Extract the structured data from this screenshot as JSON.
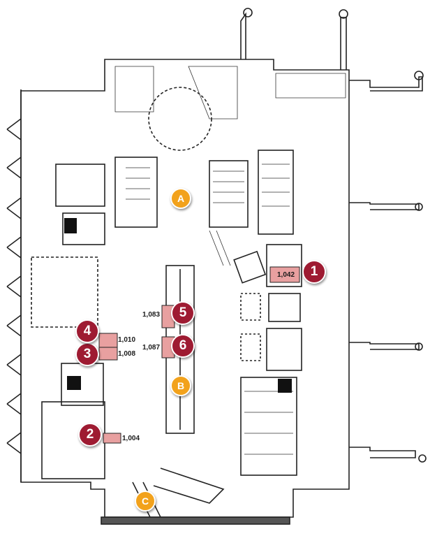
{
  "colors": {
    "wall": "#222222",
    "highlight_room": "#e8a0a0",
    "numbered_marker": "#9e1b32",
    "lettered_marker": "#f2a21c"
  },
  "numbered_markers": [
    "1",
    "2",
    "3",
    "4",
    "5",
    "6"
  ],
  "lettered_markers": [
    "A",
    "B",
    "C"
  ],
  "space_labels": [
    "1,042",
    "1,004",
    "1,008",
    "1,010",
    "1,083",
    "1,087"
  ]
}
